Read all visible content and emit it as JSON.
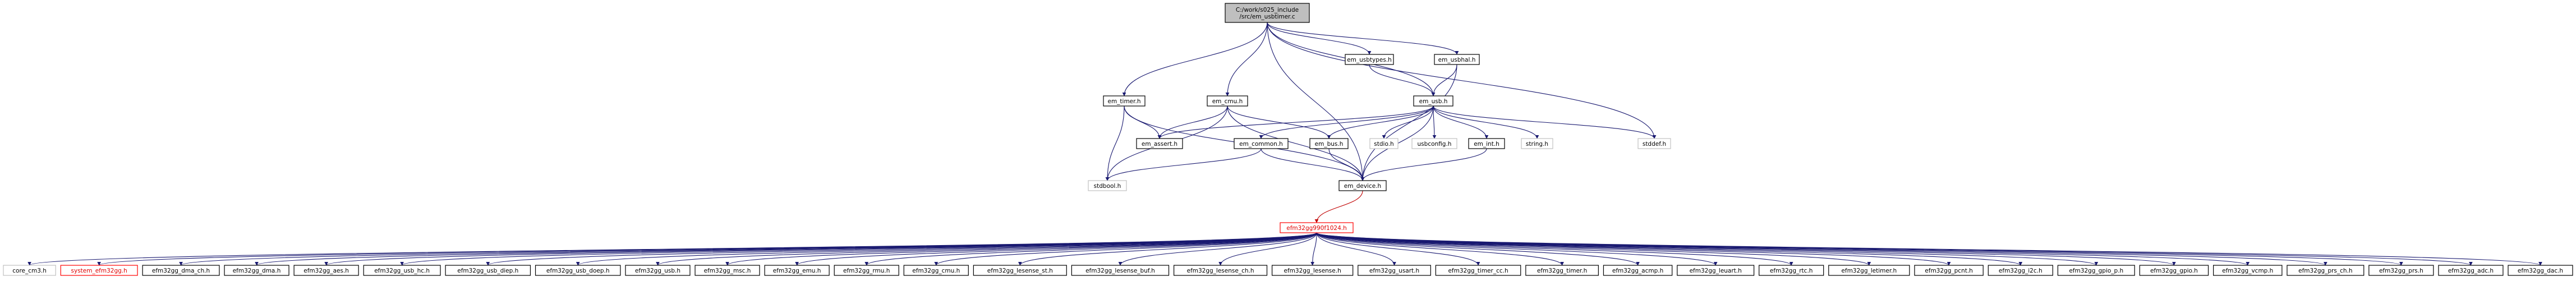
{
  "graph": {
    "root": [
      "C:/work/s025_include",
      "/src/em_usbtimer.c"
    ],
    "nodes": {
      "em_usbtypes_h": "em_usbtypes.h",
      "em_usbhal_h": "em_usbhal.h",
      "em_timer_h": "em_timer.h",
      "em_cmu_h": "em_cmu.h",
      "em_usb_h": "em_usb.h",
      "em_assert_h": "em_assert.h",
      "em_common_h": "em_common.h",
      "em_bus_h": "em_bus.h",
      "stdio_h": "stdio.h",
      "usbconfig_h": "usbconfig.h",
      "em_int_h": "em_int.h",
      "string_h": "string.h",
      "stddef_h": "stddef.h",
      "stdbool_h": "stdbool.h",
      "em_device_h": "em_device.h",
      "efm32gg_h": "efm32gg990f1024.h"
    },
    "bottom": [
      {
        "label": "core_cm3.h",
        "style": "gray"
      },
      {
        "label": "system_efm32gg.h",
        "style": "red"
      },
      {
        "label": "efm32gg_dma_ch.h",
        "style": "normal"
      },
      {
        "label": "efm32gg_dma.h",
        "style": "normal"
      },
      {
        "label": "efm32gg_aes.h",
        "style": "normal"
      },
      {
        "label": "efm32gg_usb_hc.h",
        "style": "normal"
      },
      {
        "label": "efm32gg_usb_diep.h",
        "style": "normal"
      },
      {
        "label": "efm32gg_usb_doep.h",
        "style": "normal"
      },
      {
        "label": "efm32gg_usb.h",
        "style": "normal"
      },
      {
        "label": "efm32gg_msc.h",
        "style": "normal"
      },
      {
        "label": "efm32gg_emu.h",
        "style": "normal"
      },
      {
        "label": "efm32gg_rmu.h",
        "style": "normal"
      },
      {
        "label": "efm32gg_cmu.h",
        "style": "normal"
      },
      {
        "label": "efm32gg_lesense_st.h",
        "style": "normal"
      },
      {
        "label": "efm32gg_lesense_buf.h",
        "style": "normal"
      },
      {
        "label": "efm32gg_lesense_ch.h",
        "style": "normal"
      },
      {
        "label": "efm32gg_lesense.h",
        "style": "normal"
      },
      {
        "label": "efm32gg_usart.h",
        "style": "normal"
      },
      {
        "label": "efm32gg_timer_cc.h",
        "style": "normal"
      },
      {
        "label": "efm32gg_timer.h",
        "style": "normal"
      },
      {
        "label": "efm32gg_acmp.h",
        "style": "normal"
      },
      {
        "label": "efm32gg_leuart.h",
        "style": "normal"
      },
      {
        "label": "efm32gg_rtc.h",
        "style": "normal"
      },
      {
        "label": "efm32gg_letimer.h",
        "style": "normal"
      },
      {
        "label": "efm32gg_pcnt.h",
        "style": "normal"
      },
      {
        "label": "efm32gg_i2c.h",
        "style": "normal"
      },
      {
        "label": "efm32gg_gpio_p.h",
        "style": "normal"
      },
      {
        "label": "efm32gg_gpio.h",
        "style": "normal"
      },
      {
        "label": "efm32gg_vcmp.h",
        "style": "normal"
      },
      {
        "label": "efm32gg_prs_ch.h",
        "style": "normal"
      },
      {
        "label": "efm32gg_prs.h",
        "style": "normal"
      },
      {
        "label": "efm32gg_adc.h",
        "style": "normal"
      },
      {
        "label": "efm32gg_dac.h",
        "style": "normal"
      }
    ]
  }
}
